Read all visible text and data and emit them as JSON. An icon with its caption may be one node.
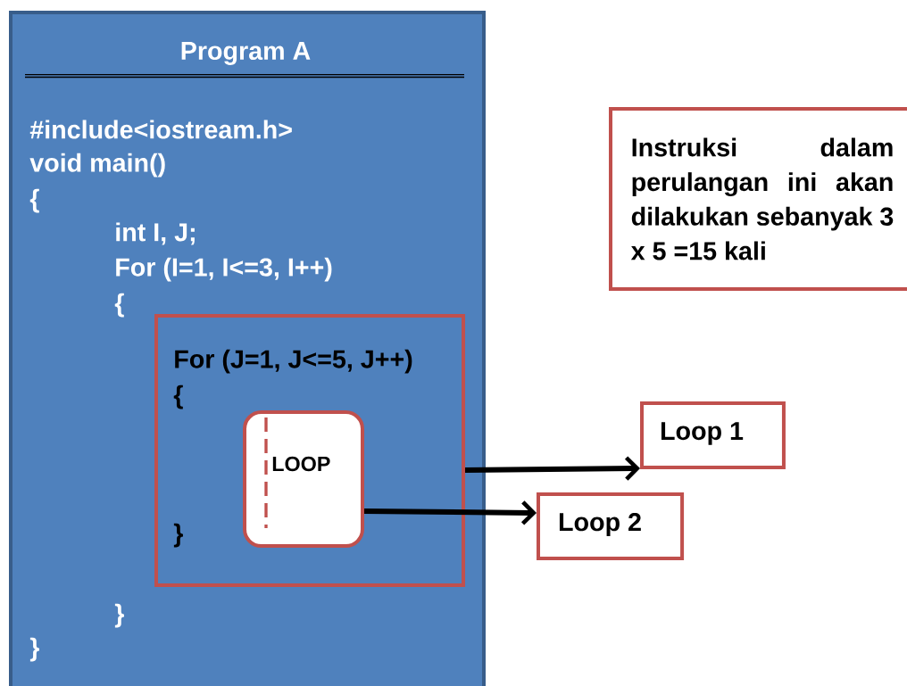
{
  "diagram": {
    "nodes": [
      {
        "text": [
          "Program A",
          "#include<iostream.h>",
          "void main()",
          "{",
          "int I, J;",
          "For (I=1, I<=3, I++)",
          "{",
          "}",
          "}"
        ]
      },
      {
        "text": [
          "For (J=1, J<=5, J++)",
          "{",
          "}"
        ],
        "in": 0
      },
      {
        "text": [
          "LOOP"
        ],
        "in": 1
      },
      {
        "text": [
          "Instruksi dalam perulangan ini akan dilakukan sebanyak 3 x 5 =15 kali"
        ]
      },
      {
        "text": [
          "Loop 1"
        ]
      },
      {
        "text": [
          "Loop 2"
        ]
      }
    ],
    "edges": [
      {
        "from": 1,
        "to": 4,
        "arrow": "to"
      },
      {
        "from": 2,
        "to": 5,
        "arrow": "to"
      }
    ]
  }
}
